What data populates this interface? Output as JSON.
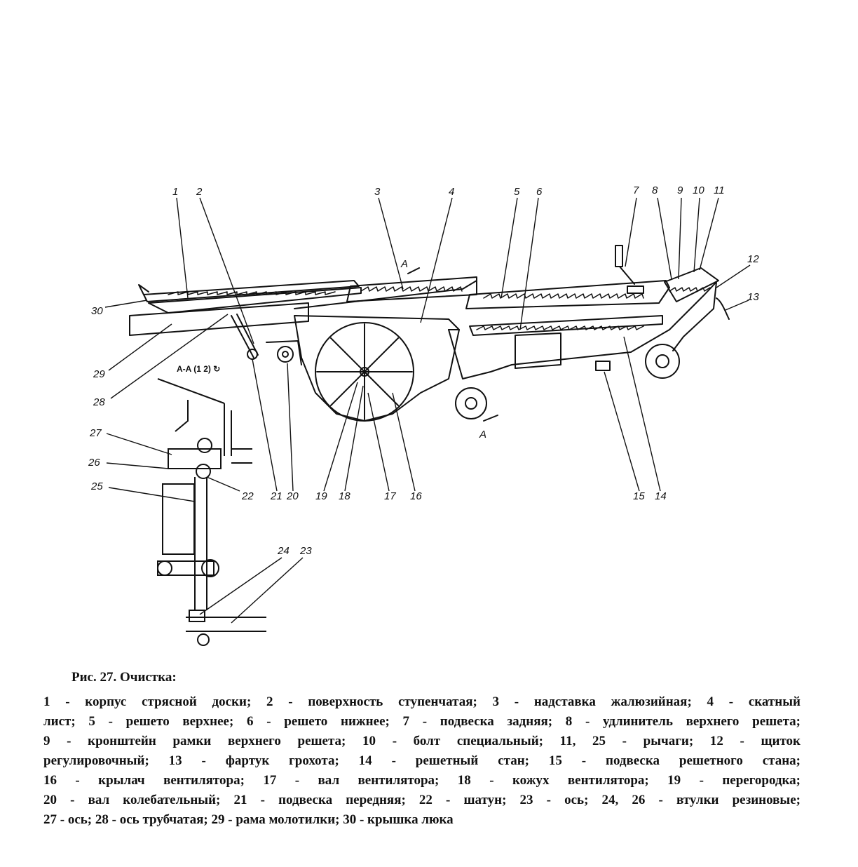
{
  "labels": {
    "l1": "1",
    "l2": "2",
    "l3": "3",
    "l4": "4",
    "l5": "5",
    "l6": "6",
    "l7": "7",
    "l8": "8",
    "l9": "9",
    "l10": "10",
    "l11": "11",
    "l12": "12",
    "l13": "13",
    "l14": "14",
    "l15": "15",
    "l16": "16",
    "l17": "17",
    "l18": "18",
    "l19": "19",
    "l20": "20",
    "l21": "21",
    "l22": "22",
    "l23": "23",
    "l24": "24",
    "l25": "25",
    "l26": "26",
    "l27": "27",
    "l28": "28",
    "l29": "29",
    "l30": "30",
    "section_a_top": "A",
    "section_a_bottom": "A",
    "section_view": "A-A (1 2) ↻"
  },
  "caption": {
    "title": "Рис. 27. Очистка:",
    "lines": [
      " 1 - корпус стрясной доски; 2 - поверхность ступенчатая; 3 - надставка жалюзийная; 4 - скатный",
      "лист; 5 - решето верхнее; 6 - решето нижнее; 7 - подвеска задняя; 8 - удлинитель верхнего решета;",
      "9 - кронштейн рамки верхнего решета; 10 - болт специальный; 11, 25 - рычаги; 12 - щиток",
      "регулировочный; 13 - фартук грохота; 14 - решетный стан; 15 - подвеска решетного стана;",
      "16 - крылач вентилятора; 17 - вал вентилятора; 18 - кожух вентилятора; 19 - перегородка;",
      "20 - вал колебательный; 21 - подвеска передняя; 22 - шатун; 23 - ось; 24, 26 - втулки резиновые;",
      "27 - ось; 28 - ось трубчатая; 29 - рама молотилки; 30 - крышка люка"
    ]
  }
}
